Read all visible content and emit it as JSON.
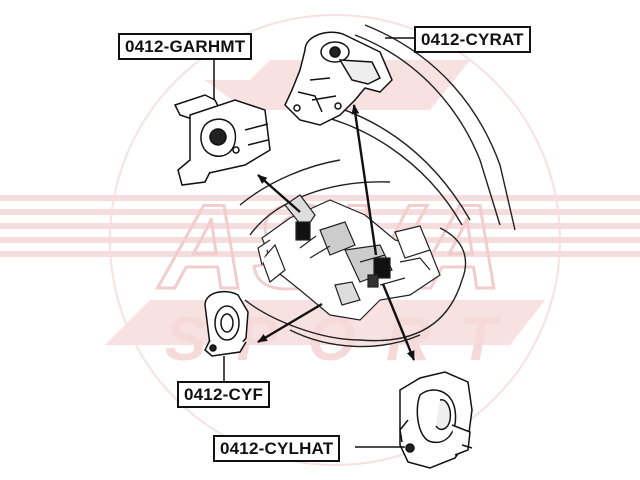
{
  "parts": [
    {
      "id": "garhmt",
      "code": "0412-GARHMT"
    },
    {
      "id": "cyrat",
      "code": "0412-CYRAT"
    },
    {
      "id": "cyf",
      "code": "0412-CYF"
    },
    {
      "id": "cylhat",
      "code": "0412-CYLHAT"
    }
  ],
  "watermark": {
    "text": "ASVA SPORT",
    "color": "#e8a9a9"
  },
  "colors": {
    "line": "#111111",
    "background": "#ffffff"
  }
}
